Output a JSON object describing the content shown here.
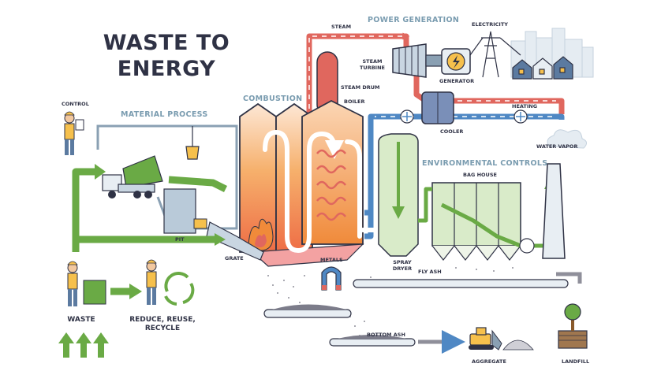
{
  "title": [
    "WASTE TO",
    "ENERGY"
  ],
  "sections": {
    "power_generation": "POWER GENERATION",
    "material_process": "MATERIAL PROCESS",
    "combustion": "COMBUSTION",
    "environmental_controls": "ENVIRONMENTAL CONTROLS"
  },
  "labels": {
    "steam": "STEAM",
    "electricity": "ELECTRICITY",
    "steam_turbine": [
      "STEAM",
      "TURBINE"
    ],
    "generator": "GENERATOR",
    "steam_drum": "STEAM DRUM",
    "boiler": "BOILER",
    "heating": "HEATING",
    "cooler": "COOLER",
    "control": "CONTROL",
    "water_vapor": "WATER VAPOR",
    "bag_house": "BAG HOUSE",
    "pit": "PIT",
    "grate": "GRATE",
    "metals": "METALS",
    "spray_dryer": [
      "SPRAY",
      "DRYER"
    ],
    "fly_ash": "FLY ASH",
    "bottom_ash": "BOTTOM ASH",
    "aggregate": "AGGREGATE",
    "landfill": "LANDFILL"
  },
  "bottom": {
    "waste": "WASTE",
    "reduce": [
      "REDUCE, REUSE,",
      "RECYCLE"
    ]
  },
  "colors": {
    "steam": "#e0675e",
    "water": "#4f88c4",
    "flow": "#6aaa45",
    "fire": "#f08a3a",
    "outline": "#2f3245",
    "flue": "#f2f2f2"
  },
  "icons": [
    "gear-icon",
    "lightning-icon",
    "recycle-icon",
    "magnet-icon",
    "fan-icon",
    "bulldozer-icon",
    "tree-icon"
  ]
}
